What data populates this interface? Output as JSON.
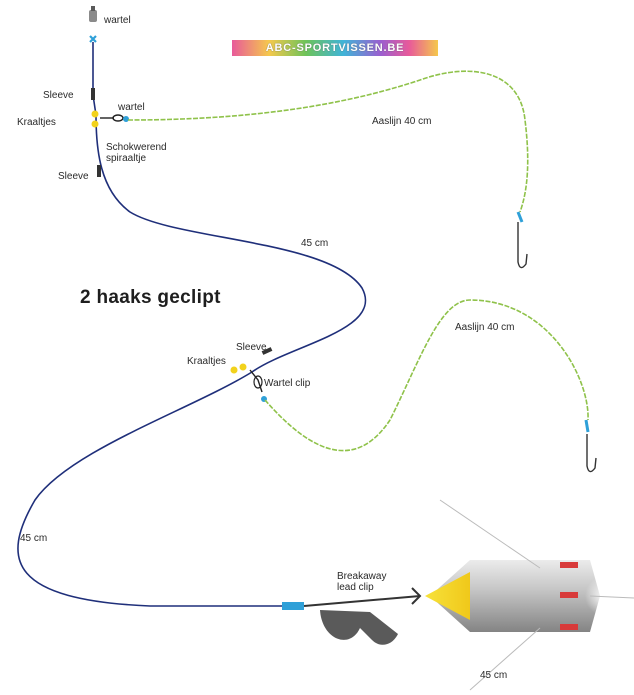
{
  "brand": {
    "text": "ABC-SPORTVISSEN.BE"
  },
  "title": "2 haaks geclipt",
  "labels": {
    "wartel_top": "wartel",
    "sleeve_1": "Sleeve",
    "wartel_1": "wartel",
    "kraaltjes_1": "Kraaltjes",
    "schokwerend": "Schokwerend",
    "spiraaltje": "spiraaltje",
    "sleeve_2": "Sleeve",
    "aaslijn_1": "Aaslijn 40 cm",
    "length_1": "45 cm",
    "aaslijn_2": "Aaslijn 40 cm",
    "sleeve_3": "Sleeve",
    "kraaltjes_2": "Kraaltjes",
    "wartel_clip": "Wartel clip",
    "length_2": "45 cm",
    "breakaway_1": "Breakaway",
    "breakaway_2": "lead clip",
    "length_3": "45 cm"
  },
  "colors": {
    "main_line": "#1f2f7a",
    "hook_line": "#8fc24a",
    "swivel_blue": "#2fa0d8",
    "bead_yellow": "#f2d21c",
    "lead_grey": "#9a9a9a",
    "sleeve_red": "#d83a3a"
  }
}
